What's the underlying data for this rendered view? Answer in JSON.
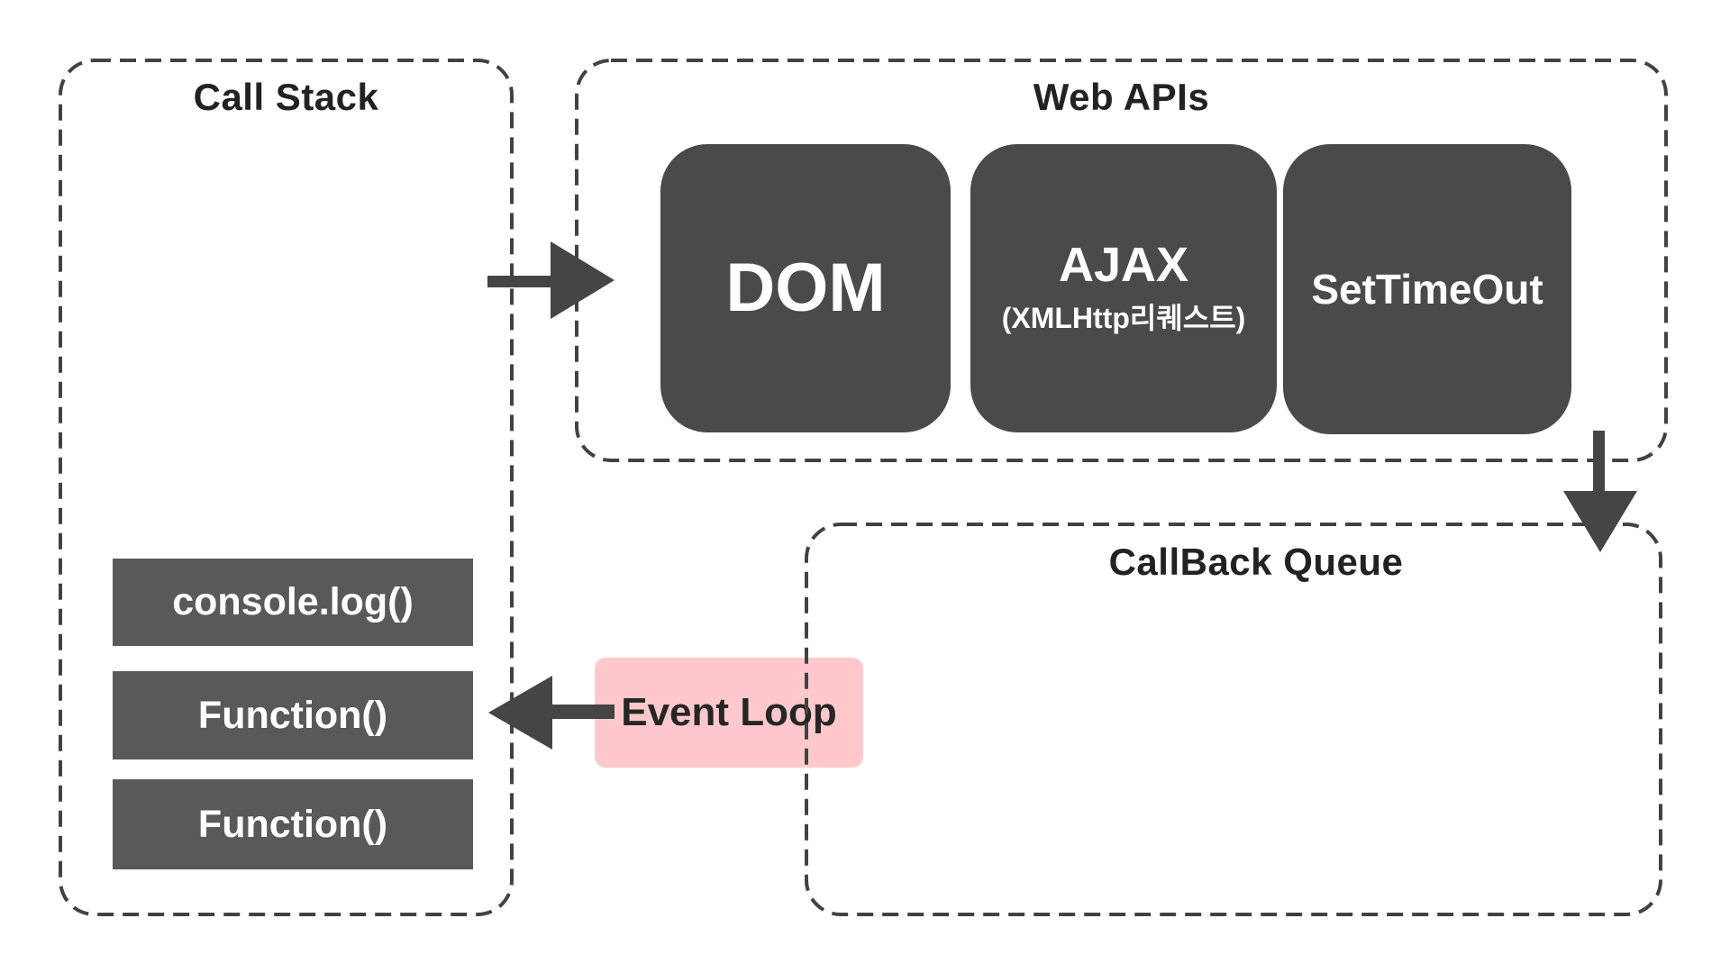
{
  "diagram": {
    "call_stack": {
      "title": "Call Stack",
      "items": [
        "console.log()",
        "Function()",
        "Function()"
      ]
    },
    "web_apis": {
      "title": "Web APIs",
      "boxes": [
        {
          "label": "DOM",
          "sublabel": ""
        },
        {
          "label": "AJAX",
          "sublabel": "(XMLHttp리퀘스트)"
        },
        {
          "label": "SetTimeOut",
          "sublabel": ""
        }
      ]
    },
    "callback_queue": {
      "title": "CallBack Queue"
    },
    "event_loop": {
      "label": "Event Loop"
    },
    "colors": {
      "dark_box": "#4a4a4a",
      "stack_item": "#595959",
      "arrow": "#454545",
      "dashed_border": "#424242",
      "event_loop_bg": "#ffc9cc",
      "title_text": "#222222",
      "box_text": "#ffffff"
    }
  }
}
